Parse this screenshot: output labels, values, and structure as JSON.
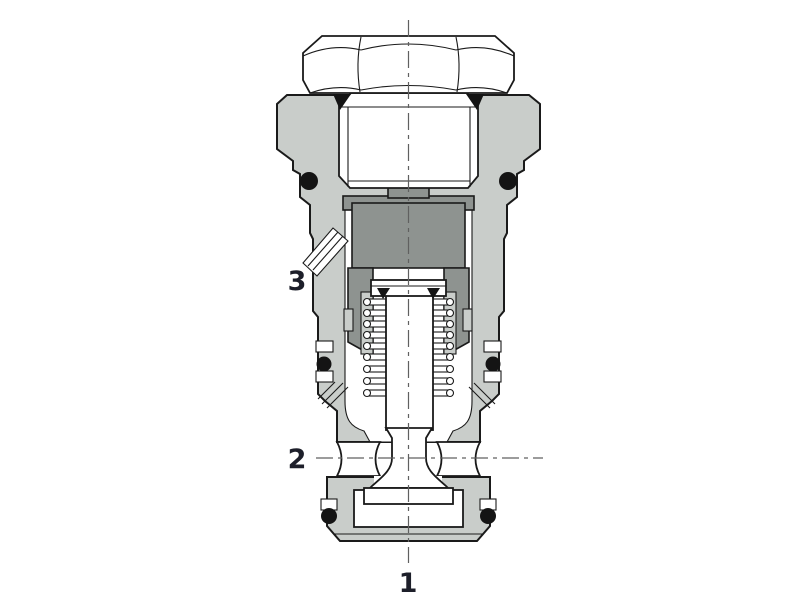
{
  "diagram": {
    "type": "cartridge-valve-cross-section",
    "labels": {
      "port1": "1",
      "port2": "2",
      "port3": "3"
    }
  },
  "colors": {
    "background": "#ffffff",
    "outline": "#1a1a1a",
    "body-gray": "#c9cdca",
    "piston-gray": "#8e9390",
    "seal-black": "#141414",
    "centerline": "#606060",
    "label": "#1d1f2a"
  }
}
